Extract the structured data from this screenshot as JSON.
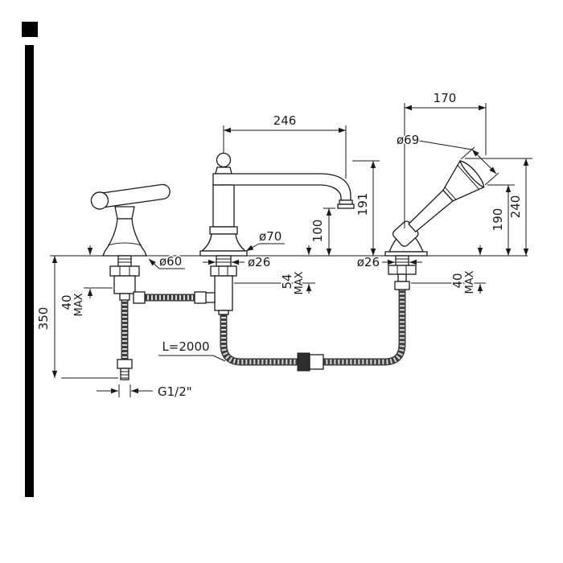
{
  "colors": {
    "line": "#1a1a1a",
    "background": "#ffffff",
    "edge_mark": "#000000"
  },
  "dims": {
    "spout_reach": "246",
    "shower_offset": "170",
    "handshower_head_diameter": "ø69",
    "spout_height": "191",
    "outlet_height": "100",
    "shower_height": "190",
    "shower_overall_height": "240",
    "spout_base_diameter": "ø70",
    "handle_base_diameter": "ø60",
    "spout_shank_diameter": "ø26",
    "shower_shank_diameter": "ø26",
    "spout_deck_thickness": "54",
    "spout_deck_thickness_suffix": "MAX",
    "handle_deck_thickness": "40",
    "handle_deck_thickness_suffix": "MAX",
    "shower_deck_thickness": "40",
    "shower_deck_thickness_suffix": "MAX",
    "supply_hose_drop": "350",
    "shower_hose_length": "L=2000",
    "supply_thread": "G1/2\""
  }
}
